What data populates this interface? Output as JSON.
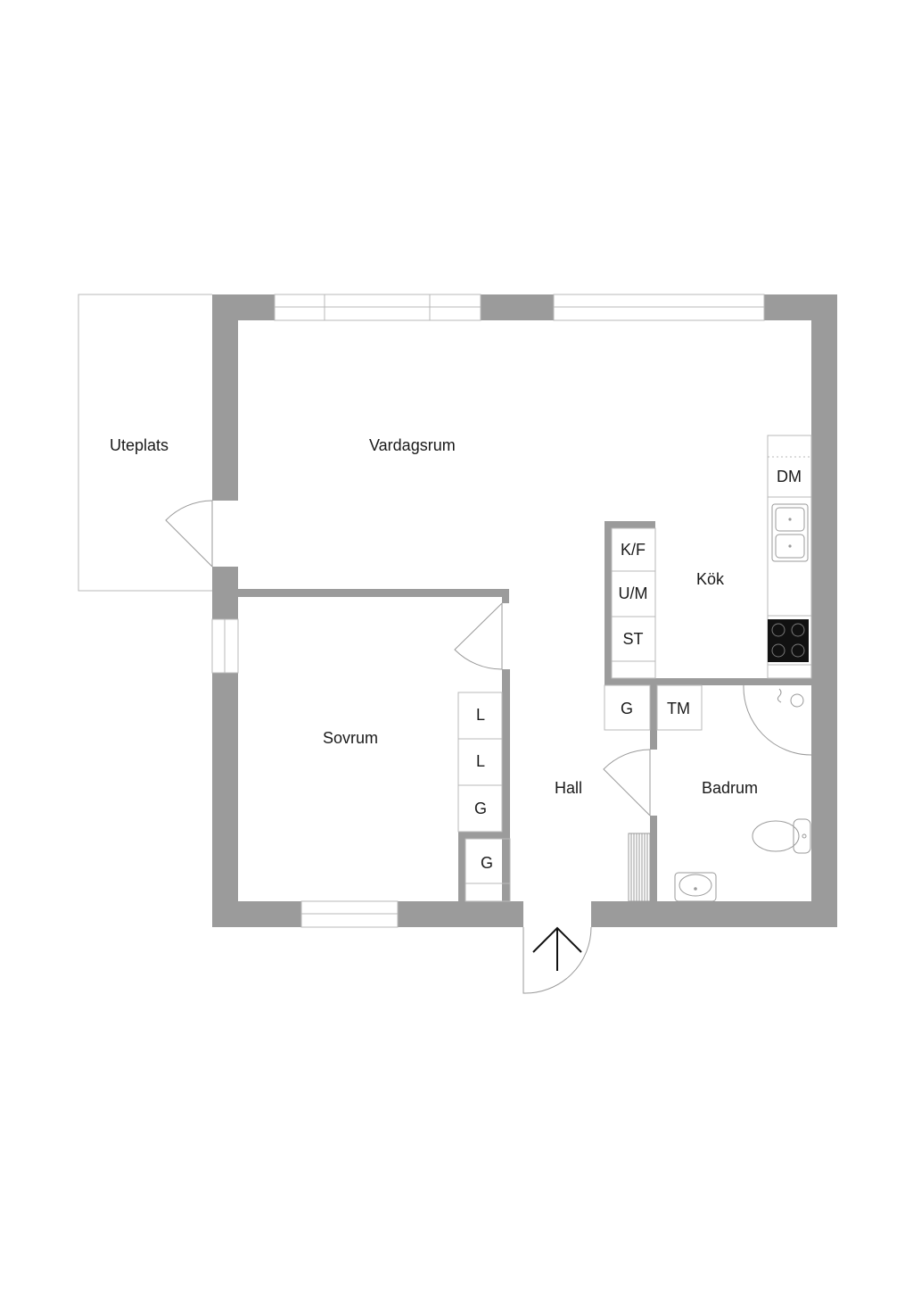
{
  "rooms": {
    "uteplats": "Uteplats",
    "vardagsrum": "Vardagsrum",
    "kok": "Kök",
    "sovrum": "Sovrum",
    "hall": "Hall",
    "badrum": "Badrum"
  },
  "fixtures": {
    "dm": "DM",
    "kf": "K/F",
    "um": "U/M",
    "st": "ST",
    "g_kitchen": "G",
    "tm": "TM",
    "l1": "L",
    "l2": "L",
    "g_bed": "G",
    "g_hall": "G"
  }
}
